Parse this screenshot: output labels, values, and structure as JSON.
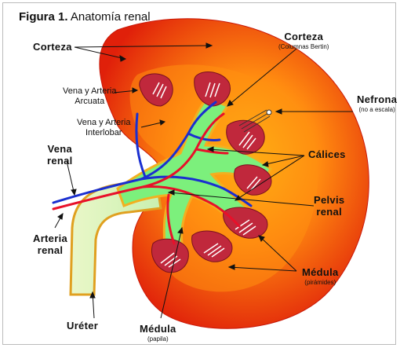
{
  "figure": {
    "title_bold": "Figura 1.",
    "title_rest": " Anatomía renal"
  },
  "labels": {
    "corteza_left": "Corteza",
    "corteza_top": "Corteza",
    "corteza_top_sub": "(Columnas Bertin)",
    "vena_arteria_arcuata_1": "Vena y Arteria",
    "vena_arteria_arcuata_2": "Arcuata",
    "vena_arteria_interlobar_1": "Vena y Arteria",
    "vena_arteria_interlobar_2": "Interlobar",
    "nefrona": "Nefrona",
    "nefrona_sub": "(no a escala)",
    "calices": "Cálices",
    "vena_renal_1": "Vena",
    "vena_renal_2": "renal",
    "arteria_renal_1": "Arteria",
    "arteria_renal_2": "renal",
    "pelvis_renal_1": "Pelvis",
    "pelvis_renal_2": "renal",
    "medula_piramides": "Médula",
    "medula_piramides_sub": "(pirámides)",
    "ureter": "Uréter",
    "medula_papila": "Médula",
    "medula_papila_sub": "(papila)"
  },
  "colors": {
    "cortex_outer": "#e8230a",
    "cortex_inner": "#ff9a1a",
    "pyramid": "#c0283c",
    "calyx": "#7cf07c",
    "vein": "#1a2fd0",
    "artery": "#e8102a",
    "ureter": "#d8f5b8"
  }
}
